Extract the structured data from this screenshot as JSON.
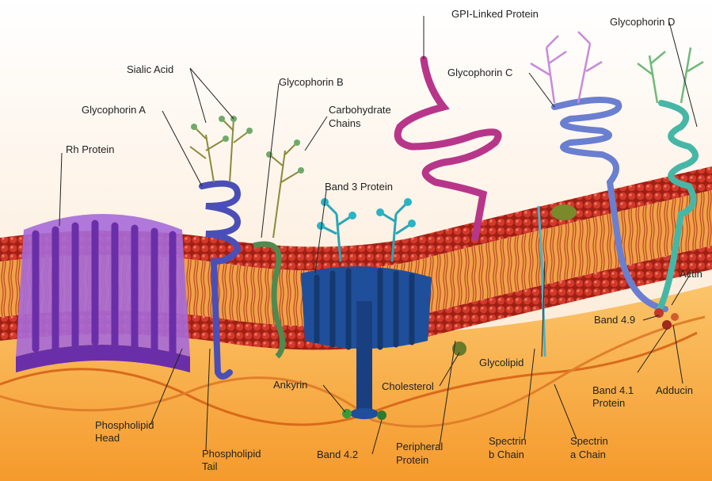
{
  "labels": {
    "gpi_linked_protein": "GPI-Linked Protein",
    "glycophorin_d": "Glycophorin D",
    "sialic_acid": "Sialic Acid",
    "glycophorin_b": "Glycophorin B",
    "glycophorin_c": "Glycophorin C",
    "glycophorin_a": "Glycophorin A",
    "carbohydrate_chains_line1": "Carbohydrate",
    "carbohydrate_chains_line2": "Chains",
    "rh_protein": "Rh Protein",
    "band3_protein": "Band 3 Protein",
    "actin": "Actin",
    "band_4_9": "Band 4.9",
    "glycolipid": "Glycolipid",
    "ankyrin": "Ankyrin",
    "cholesterol": "Cholesterol",
    "band_4_1_line1": "Band 4.1",
    "band_4_1_line2": "Protein",
    "adducin": "Adducin",
    "phospholipid_head_line1": "Phospholipid",
    "phospholipid_head_line2": "Head",
    "phospholipid_tail_line1": "Phospholipid",
    "phospholipid_tail_line2": "Tail",
    "band_4_2": "Band 4.2",
    "peripheral_protein_line1": "Peripheral",
    "peripheral_protein_line2": "Protein",
    "spectrin_b_line1": "Spectrin",
    "spectrin_b_line2": "b Chain",
    "spectrin_a_line1": "Spectrin",
    "spectrin_a_line2": "a Chain"
  },
  "colors": {
    "membrane_head": "#c62d1f",
    "cytoplasm": "#f7a73a",
    "rh_protein": "#8a4fc2",
    "band3": "#1f4f9a",
    "gpi_protein": "#b8368a",
    "glycophorin_c": "#6a7fd0",
    "glycophorin_d": "#46b7a6",
    "spectrin": "#d96a1b"
  }
}
